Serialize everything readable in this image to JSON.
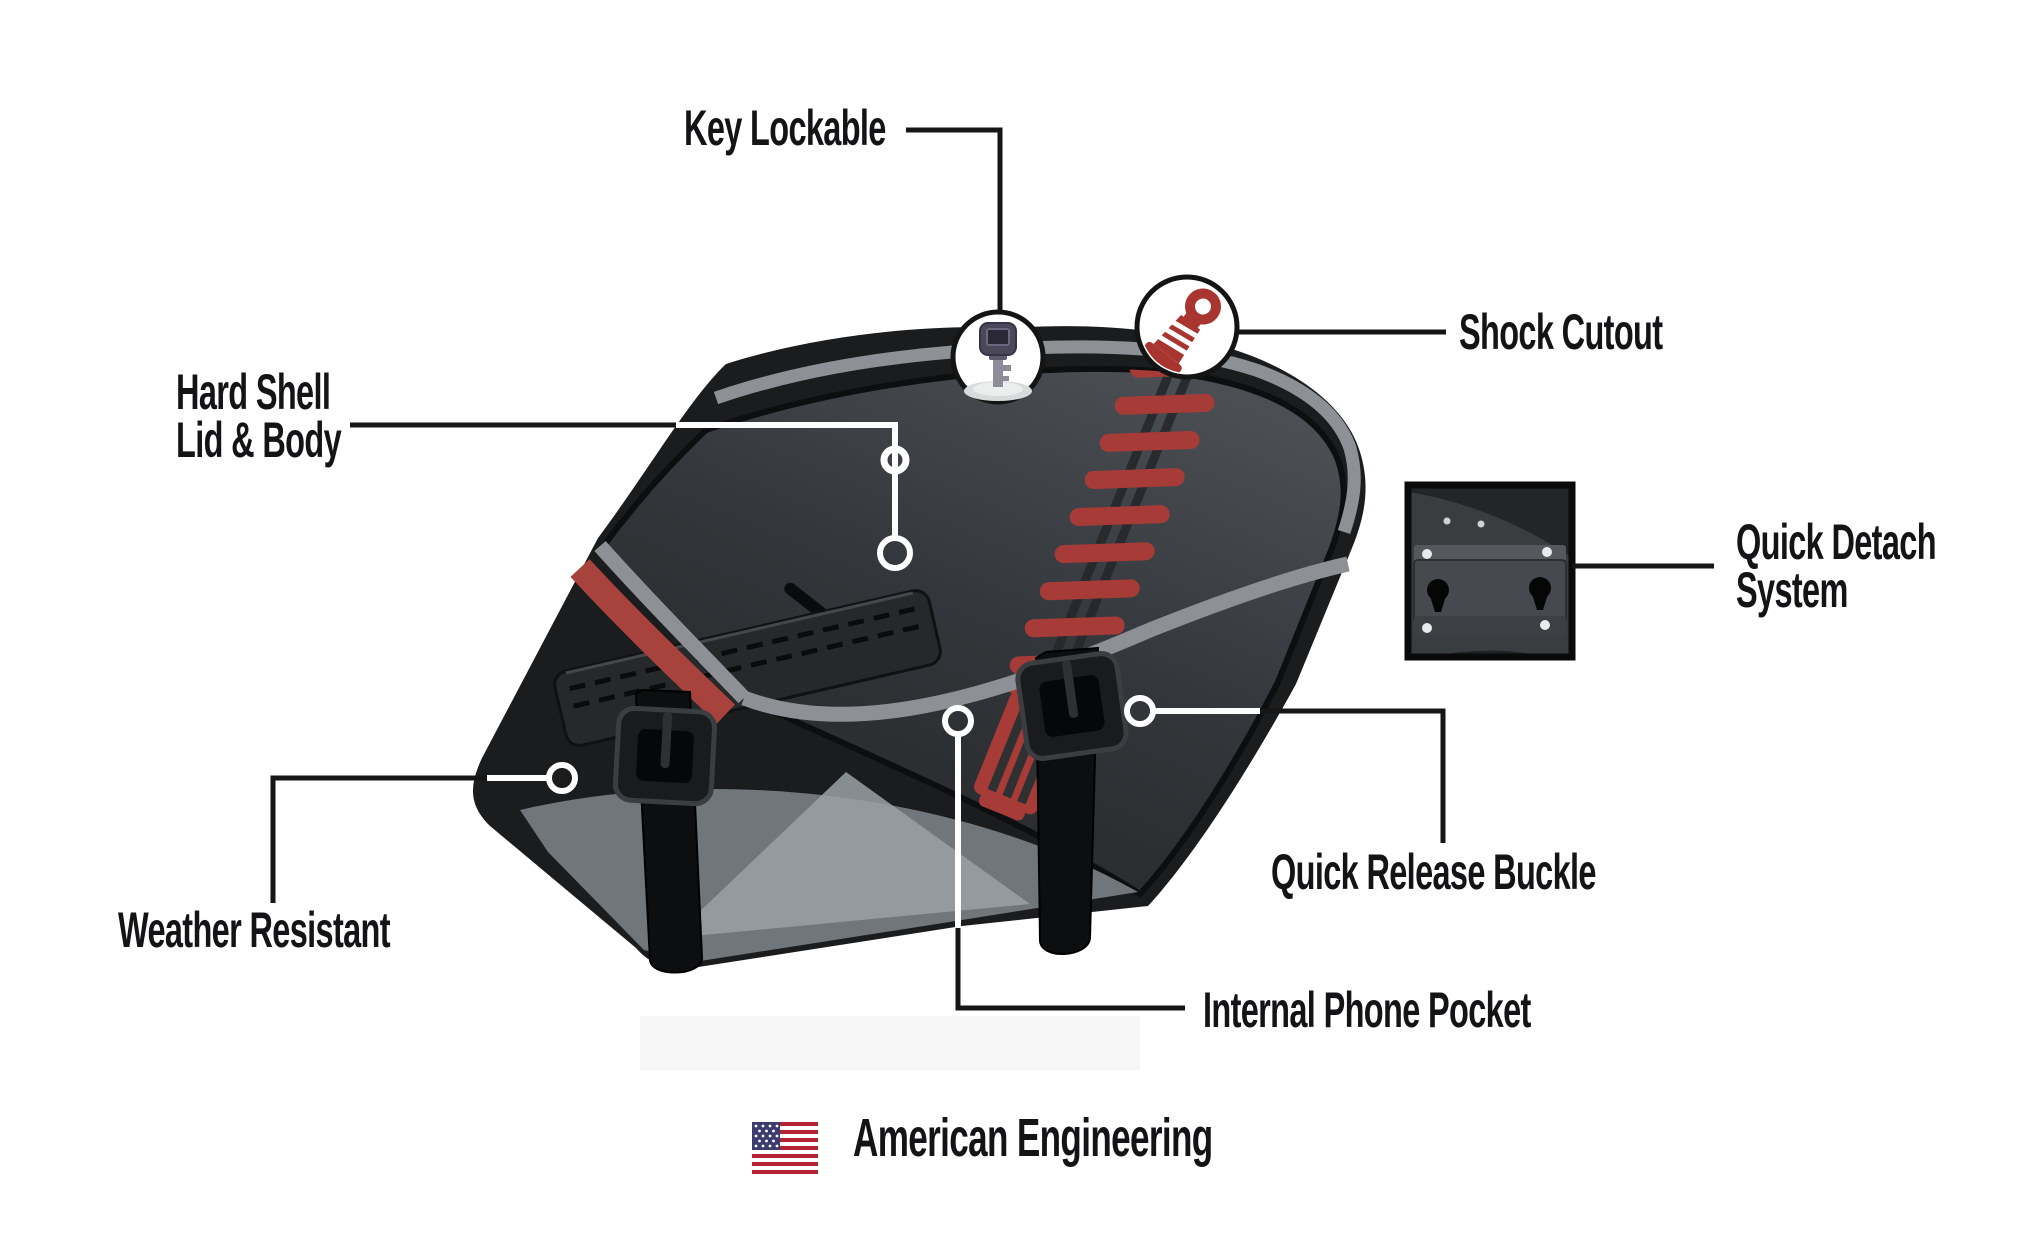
{
  "page": {
    "type": "product-feature-diagram",
    "product": "hard shell motorcycle saddlebag",
    "background": "#ffffff"
  },
  "colors": {
    "accent_red": "#A8423D",
    "shock_red": "#A73B37",
    "piping_gray": "#8D9195",
    "bag_black": "#1B1C1E",
    "panel_dark": "#2A2C2F",
    "wedge_gray": "#71767B",
    "line_black": "#161617",
    "anchor_white": "#FFFFFF"
  },
  "callouts": {
    "key_lockable": {
      "label": "Key Lockable",
      "icon": "key-icon"
    },
    "shock_cutout": {
      "label": "Shock Cutout",
      "icon": "shock-absorber-icon"
    },
    "hard_shell": {
      "label_line1": "Hard Shell",
      "label_line2": "Lid & Body"
    },
    "quick_detach": {
      "label_line1": "Quick Detach",
      "label_line2": "System",
      "icon": "quick-detach-inset"
    },
    "quick_release_buckle": {
      "label": "Quick Release Buckle"
    },
    "internal_phone_pocket": {
      "label": "Internal Phone Pocket"
    },
    "weather_resistant": {
      "label": "Weather Resistant"
    }
  },
  "footer": {
    "flag_icon": "us-flag-icon",
    "text": "American Engineering"
  }
}
